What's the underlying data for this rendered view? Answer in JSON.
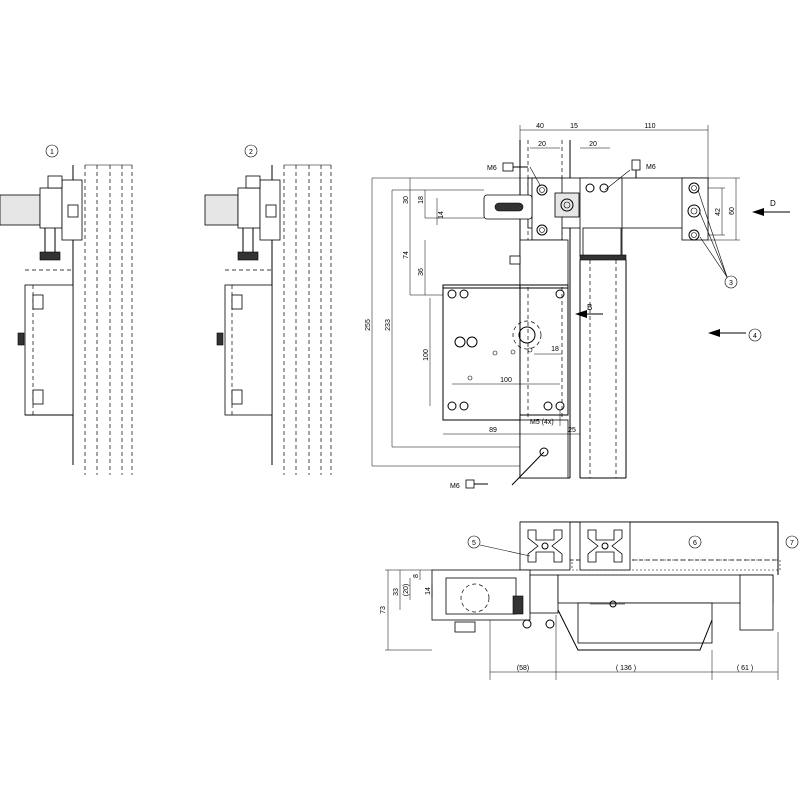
{
  "drawing": {
    "callouts": [
      "1",
      "2",
      "3",
      "4",
      "5",
      "6",
      "7"
    ],
    "view_labels": {
      "b": "B",
      "d": "D"
    },
    "screw_labels": {
      "m6": "M6",
      "m5": "M5 (4x)"
    },
    "dimensions": {
      "top_40": "40",
      "top_15": "15",
      "top_110": "110",
      "top_20a": "20",
      "top_20b": "20",
      "v_30": "30",
      "v_18": "18",
      "v_14": "14",
      "v_74": "74",
      "v_36": "36",
      "v_255": "255",
      "v_233": "233",
      "v_100": "100",
      "h_100": "100",
      "h_18": "18",
      "h_89": "89",
      "h_25": "25",
      "r_42": "42",
      "r_60": "60",
      "b_8": "8",
      "b_20": "(20)",
      "b_33": "33",
      "b_14": "14",
      "b_73": "73",
      "b_58": "(58)",
      "b_136": "( 136 )",
      "b_61": "( 61 )"
    }
  }
}
